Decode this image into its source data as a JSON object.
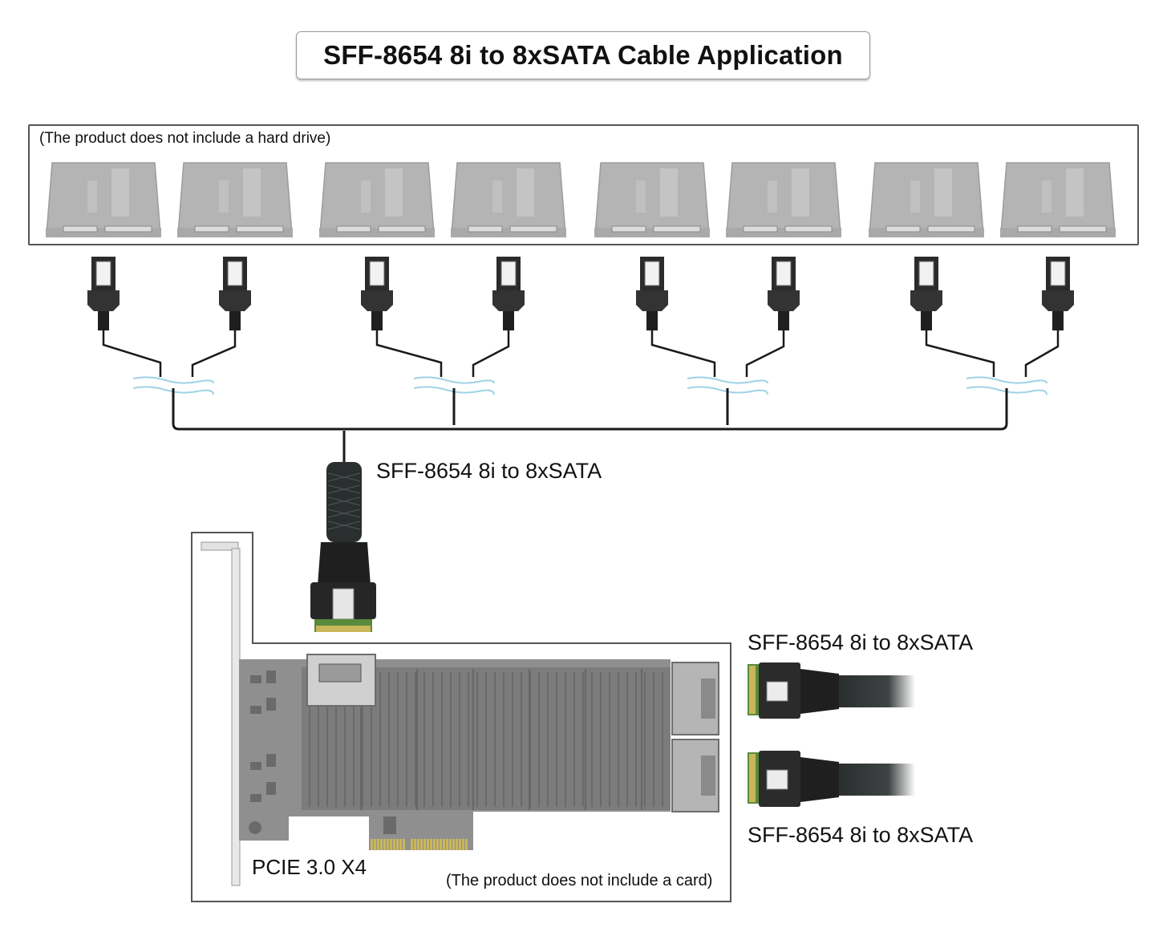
{
  "title": "SFF-8654 8i to 8xSATA Cable Application",
  "drive_note": "(The product does not include a hard drive)",
  "cable_label_main": "SFF-8654 8i to 8xSATA",
  "cable_label_top": "SFF-8654 8i to 8xSATA",
  "cable_label_bottom": "SFF-8654 8i to 8xSATA",
  "pcie_label": "PCIE 3.0 X4",
  "card_note": "(The product does not include a card)",
  "drive_count": 8,
  "colors": {
    "drive": "#b4b4b4",
    "connector": "#2b2b2b",
    "break_marks": "#9fd2e6",
    "card": "#8f8f8f",
    "gold_fingers": "#c9b65a"
  }
}
